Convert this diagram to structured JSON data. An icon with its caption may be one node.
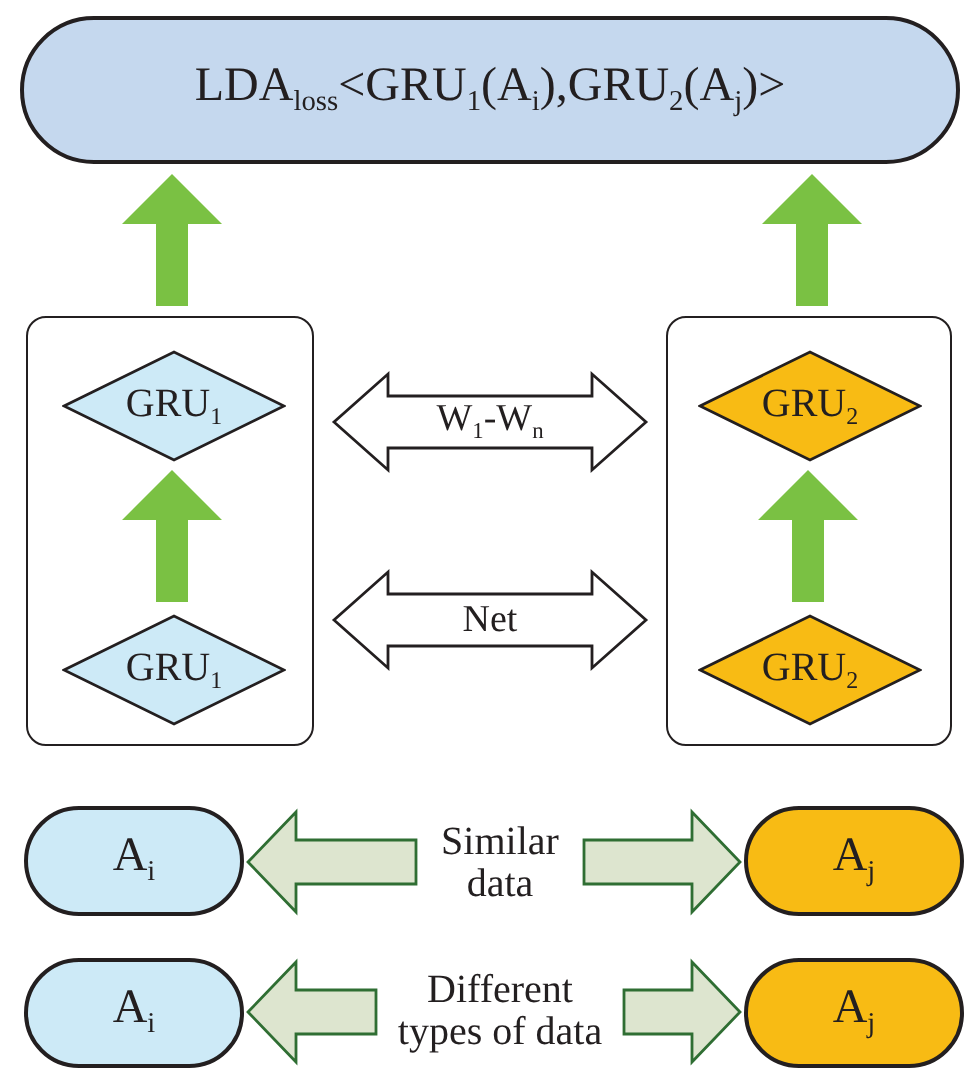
{
  "diagram": {
    "nodes": [
      {
        "text": [
          "LDA$_{loss}$<GRU$_{1}$(A$_{i}$),GRU$_{2}$(A$_{j}$)>"
        ]
      },
      {
        "text": [],
        "shape": "box"
      },
      {
        "text": [
          "GRU$_{1}$"
        ],
        "in": 1
      },
      {
        "text": [
          "GRU$_{1}$"
        ],
        "in": 1
      },
      {
        "text": [],
        "shape": "box"
      },
      {
        "text": [
          "GRU$_{2}$"
        ],
        "in": 4
      },
      {
        "text": [
          "GRU$_{2}$"
        ],
        "in": 4
      },
      {
        "text": [
          "A$_{i}$"
        ]
      },
      {
        "text": [
          "Similar data"
        ]
      },
      {
        "text": [
          "A$_{j}$"
        ]
      },
      {
        "text": [
          "A$_{i}$"
        ]
      },
      {
        "text": [
          "Different types of data"
        ]
      },
      {
        "text": [
          "A$_{j}$"
        ]
      }
    ],
    "edges": [
      {
        "from": 1,
        "to": 0,
        "arrow": "to",
        "style": "thick",
        "color": "#7ac143"
      },
      {
        "from": 4,
        "to": 0,
        "arrow": "to",
        "style": "thick",
        "color": "#7ac143"
      },
      {
        "from": 3,
        "to": 2,
        "arrow": "to",
        "style": "thick",
        "color": "#7ac143"
      },
      {
        "from": 6,
        "to": 5,
        "arrow": "to",
        "style": "thick",
        "color": "#7ac143"
      },
      {
        "from": 1,
        "to": 4,
        "arrow": "both",
        "label": "W$_{1}$-W$_{n}$",
        "style": "thick",
        "color": "#ffffff"
      },
      {
        "from": 1,
        "to": 4,
        "arrow": "both",
        "label": "Net",
        "style": "thick",
        "color": "#ffffff"
      },
      {
        "from": 8,
        "to": 7,
        "arrow": "to",
        "style": "thick",
        "color": "#dde5cf"
      },
      {
        "from": 8,
        "to": 9,
        "arrow": "to",
        "style": "thick",
        "color": "#dde5cf"
      },
      {
        "from": 11,
        "to": 10,
        "arrow": "to",
        "style": "thick",
        "color": "#dde5cf"
      },
      {
        "from": 11,
        "to": 12,
        "arrow": "to",
        "style": "thick",
        "color": "#dde5cf"
      }
    ]
  }
}
